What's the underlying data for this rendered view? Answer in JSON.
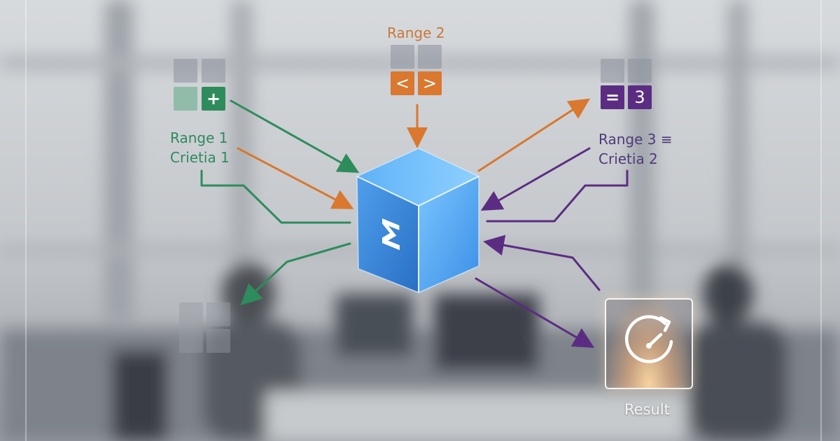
{
  "labels": {
    "range2": "Range 2",
    "range1": "Range 1",
    "criteria1": "Crietia 1",
    "range3": "Range 3 ≡",
    "criteria2": "Crietia 2",
    "result": "Result"
  },
  "glyphs": {
    "plus": "+",
    "less_than": "<",
    "greater_than": ">",
    "equals": "=",
    "three": "3",
    "sigma": "Σ"
  },
  "icons": {
    "center": "sigma-cube-icon",
    "result": "refresh-dial-icon"
  },
  "colors": {
    "green": "#2e8c5c",
    "orange": "#d9782e",
    "purple": "#5b2d82",
    "cube_blue": "#3b8fe0"
  }
}
